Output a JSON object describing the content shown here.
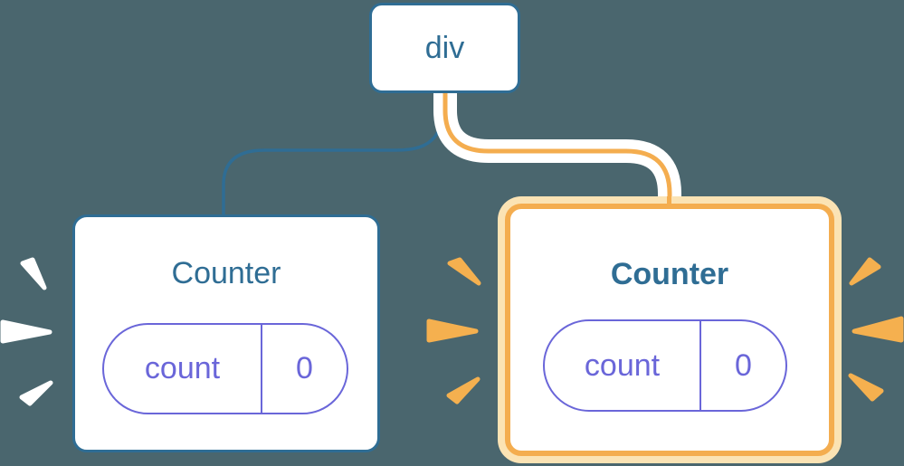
{
  "diagram": {
    "description": "React render tree: a div root with two Counter children; the right Counter is highlighted with an orange glow and flash sparks, the left Counter flashes white sparks",
    "root": {
      "label": "div"
    },
    "children": [
      {
        "title": "Counter",
        "state_key": "count",
        "state_value": "0",
        "highlighted": false
      },
      {
        "title": "Counter",
        "state_key": "count",
        "state_value": "0",
        "highlighted": true
      }
    ],
    "colors": {
      "background": "#4a666e",
      "node_blue": "#2f6d94",
      "state_purple": "#6a66d9",
      "highlight_orange": "#f4ad4f",
      "highlight_glow": "#fbe3b4",
      "spark_orange": "#f5b04f",
      "spark_white": "#ffffff"
    }
  }
}
